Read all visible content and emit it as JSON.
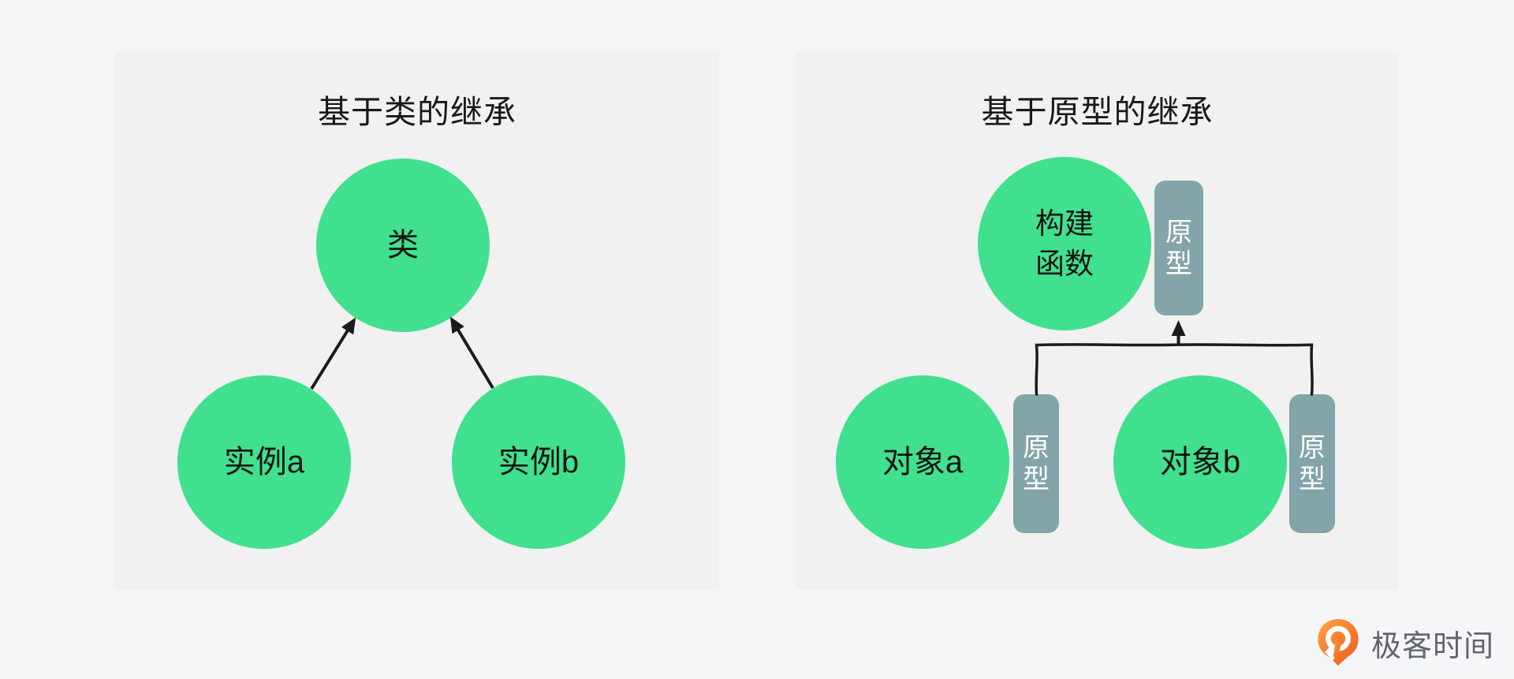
{
  "left_panel": {
    "title": "基于类的继承",
    "class_node": {
      "label": "类"
    },
    "instance_a": {
      "label": "实例a"
    },
    "instance_b": {
      "label": "实例b"
    }
  },
  "right_panel": {
    "title": "基于原型的继承",
    "constructor_node": {
      "lines": [
        "构建",
        "函数"
      ]
    },
    "object_a": {
      "label": "对象a"
    },
    "object_b": {
      "label": "对象b"
    },
    "prototype_tag": {
      "label": "原型",
      "chars": [
        "原",
        "型"
      ]
    }
  },
  "footer": {
    "brand": "极客时间"
  },
  "colors": {
    "page_bg": "#f5f6f8",
    "panel_bg": "#f0f1f0",
    "node_green": "#41e08e",
    "prototype_tag_teal": "#83a4a9",
    "connector_line": "#1b1b1b",
    "brand_orange": "#ee5c20",
    "brand_text_gray": "#61666b"
  }
}
